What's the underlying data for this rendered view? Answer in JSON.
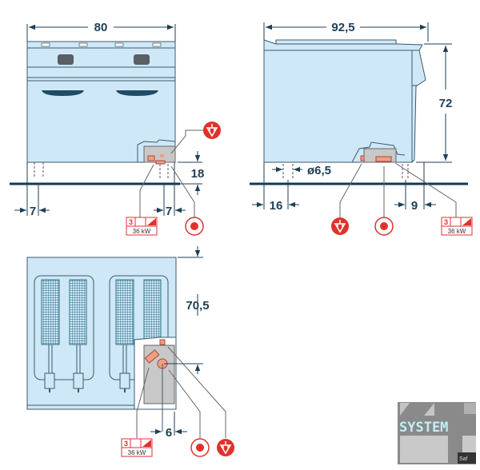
{
  "front_view": {
    "width_dim": "80",
    "foot_left_dim": "7",
    "foot_right_dim": "7",
    "height_under_dim": "18"
  },
  "side_view": {
    "depth_dim": "92,5",
    "height_dim": "72",
    "foot_diameter_dim": "ø6,5",
    "foot_left_dim": "16",
    "foot_right_dim": "9"
  },
  "top_view": {
    "depth_dim": "70,5",
    "connection_offset_dim": "6"
  },
  "electrical_label": {
    "phases": "3",
    "power": "36 kW"
  },
  "logo": {
    "text": "SYSTEM",
    "subtext": "Saf"
  },
  "colors": {
    "body": "#cfe8f8",
    "outline": "#3d5a6c",
    "accent_red": "#e0322b",
    "dimension": "#1f3f55"
  }
}
